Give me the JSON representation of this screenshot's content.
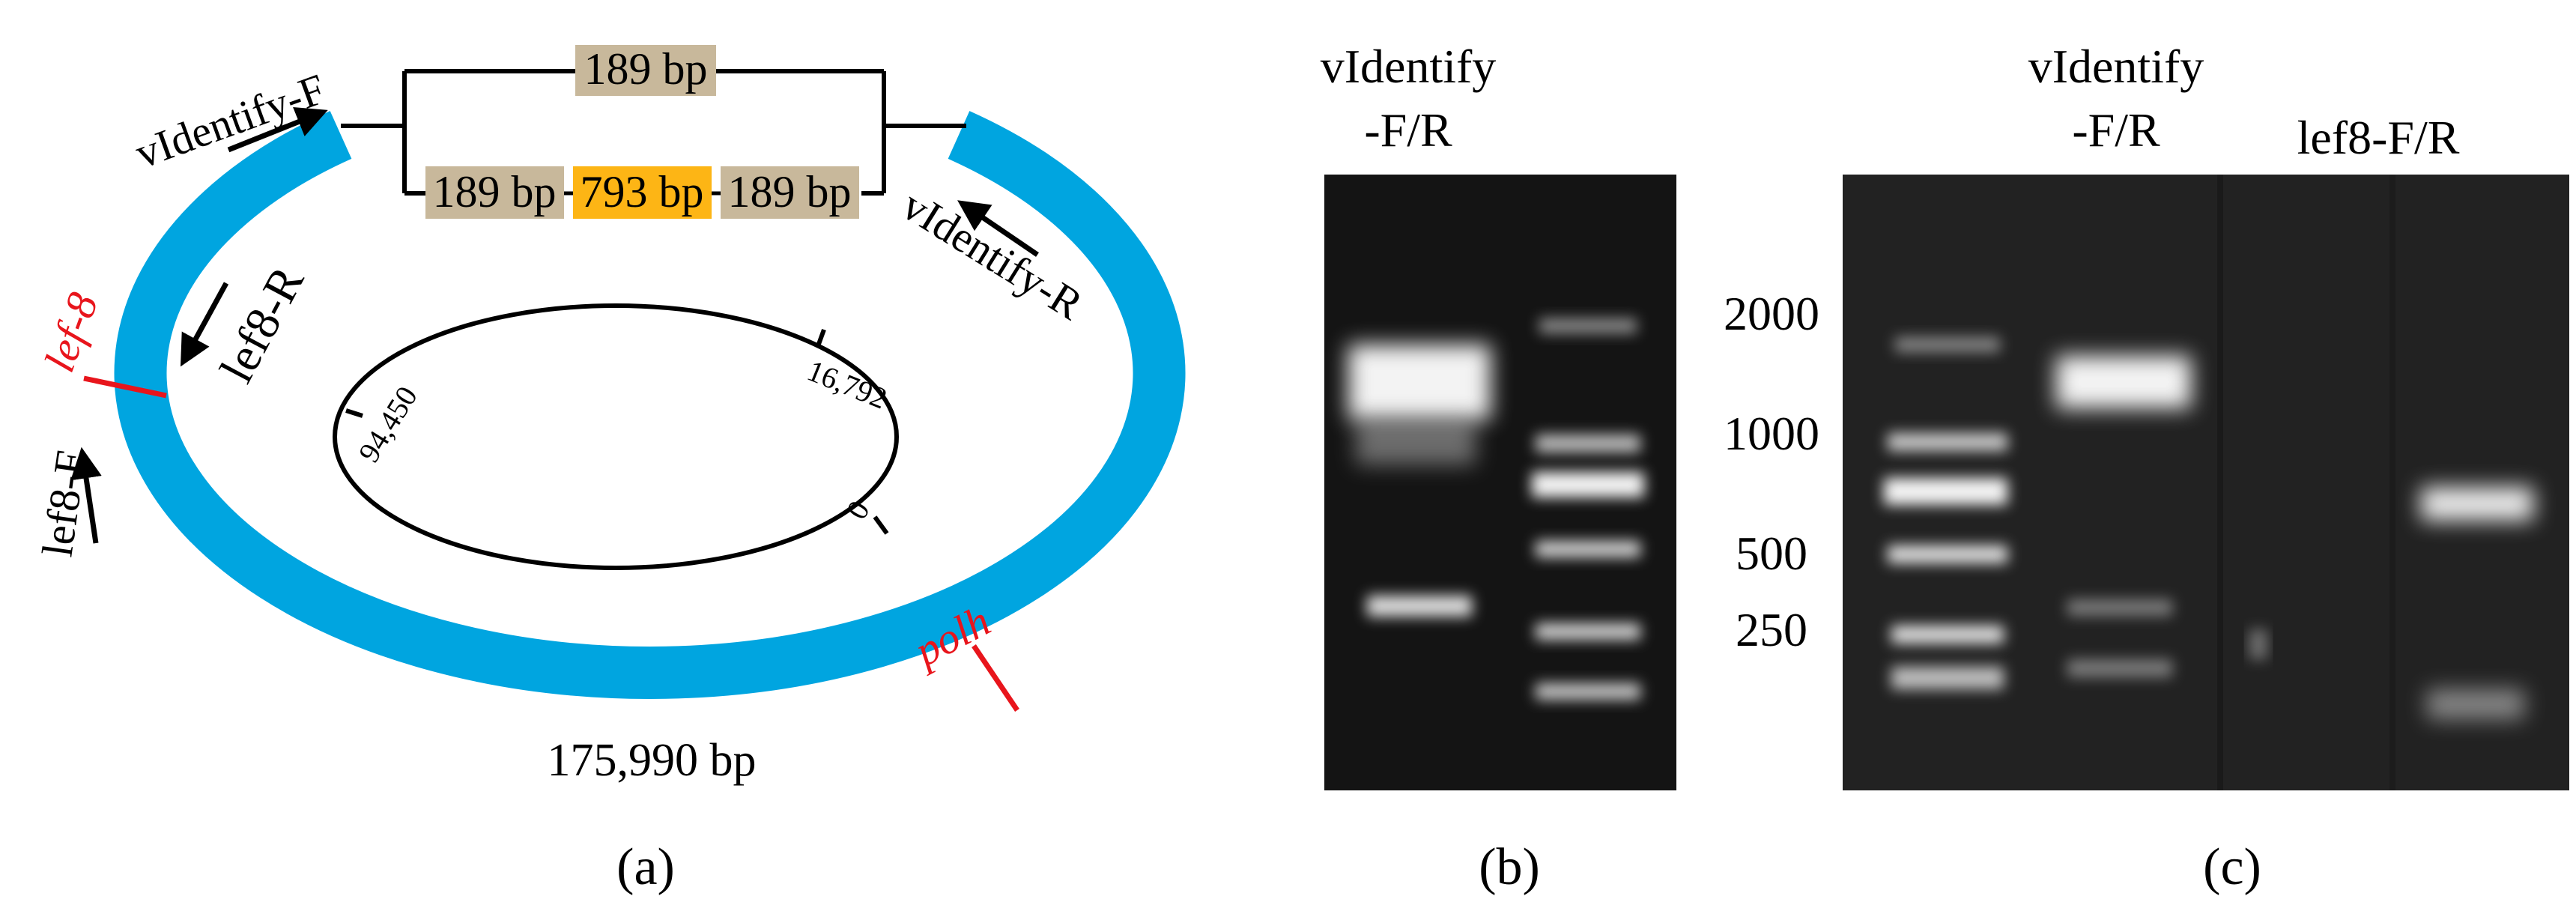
{
  "panel_a": {
    "caption": "(a)",
    "genome_size": "175,990 bp",
    "primers": {
      "videntify_f": "vIdentify-F",
      "videntify_r": "vIdentify-R",
      "lef8_r": "lef8-R",
      "lef8_f": "lef8-F"
    },
    "genes": {
      "lef8": "lef-8",
      "polh": "polh"
    },
    "product_short": {
      "segment": "189 bp"
    },
    "product_long": {
      "seg1": "189 bp",
      "seg2": "793 bp",
      "seg3": "189 bp"
    },
    "inner_positions": {
      "p1": "16,792",
      "p2": "94,450",
      "p3": "0"
    }
  },
  "panel_b": {
    "caption": "(b)",
    "primer_label_line1": "vIdentify",
    "primer_label_line2": "-F/R",
    "ladder_sizes": [
      "2000",
      "1000",
      "500",
      "250"
    ]
  },
  "panel_c": {
    "caption": "(c)",
    "primer_label_1_line1": "vIdentify",
    "primer_label_1_line2": "-F/R",
    "primer_label_2": "lef8-F/R"
  },
  "colors": {
    "genome_ring": "#00a5e0",
    "gene_marker": "#e8151c",
    "segment_tan": "#c8b89b",
    "segment_orange": "#fdb515",
    "gel_bg": "#141414"
  }
}
